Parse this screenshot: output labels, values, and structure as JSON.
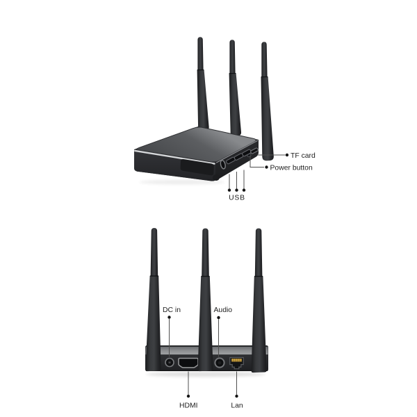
{
  "device": {
    "top_view": {
      "callouts": {
        "tf_card": "TF card",
        "power_button": "Power button",
        "usb": "USB"
      }
    },
    "bottom_view": {
      "callouts": {
        "dc_in": "DC in",
        "audio": "Audio",
        "hdmi": "HDMI",
        "lan": "Lan"
      }
    }
  },
  "colors": {
    "background": "#ffffff",
    "label_text": "#1d1d1d",
    "callout_line": "#4f4f4f",
    "callout_dot": "#141414",
    "body_dark": "#242528",
    "top_face_light": "#85878a",
    "bar_top_strip": "#9fa1a3",
    "silver_trim": "#d5d7d9",
    "lan_pins_gold": "#c39a3c"
  }
}
